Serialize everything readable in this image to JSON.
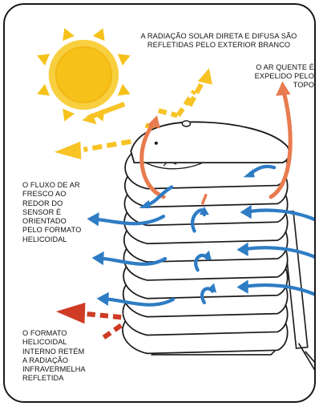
{
  "colors": {
    "sun_fill": "#f6c21a",
    "sun_ray": "#f6c21a",
    "reflected_arrow": "#f7c325",
    "hot_air": "#e87b4f",
    "airflow": "#2e7cc4",
    "infrared": "#cf3b24",
    "shield_outline": "#1a1a1a",
    "shield_fill": "#ffffff"
  },
  "icons": [
    "sun-icon",
    "airflow-arrow-icon",
    "hot-air-arrow-icon",
    "reflection-arrow-icon",
    "infrared-arrow-icon"
  ],
  "labels": {
    "solar": [
      "A RADIAÇÃO SOLAR DIRETA E DIFUSA SÃO",
      "REFLETIDAS PELO EXTERIOR BRANCO"
    ],
    "hot_air": [
      "O AR QUENTE É",
      "EXPELIDO PELO",
      "TOPO"
    ],
    "airflow": [
      "O FLUXO DE AR",
      "FRESCO AO",
      "REDOR DO",
      "SENSOR É",
      "ORIENTADO",
      "PELO FORMATO",
      "HELICOIDAL"
    ],
    "infrared": [
      "O FORMATO",
      "HELICOIDAL",
      "INTERNO RETÉM",
      "A RADIAÇÃO",
      "INFRAVERMELHA",
      "REFLETIDA"
    ]
  }
}
